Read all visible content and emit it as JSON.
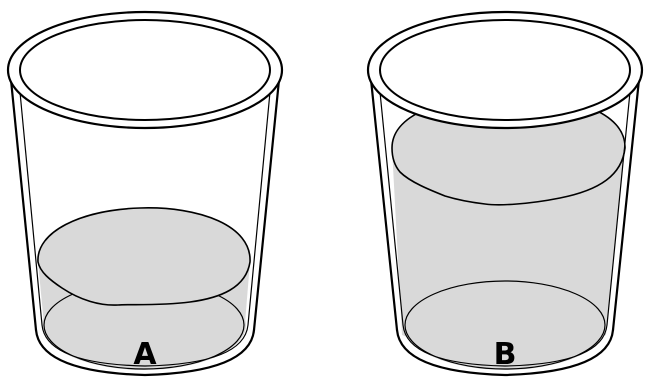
{
  "cups": [
    {
      "id": "cup-a",
      "label": "A",
      "fill_level": 0.38
    },
    {
      "id": "cup-b",
      "label": "B",
      "fill_level": 0.82
    }
  ],
  "colors": {
    "liquid": "#d9d9d9",
    "outline": "#000000",
    "background": "#ffffff"
  }
}
